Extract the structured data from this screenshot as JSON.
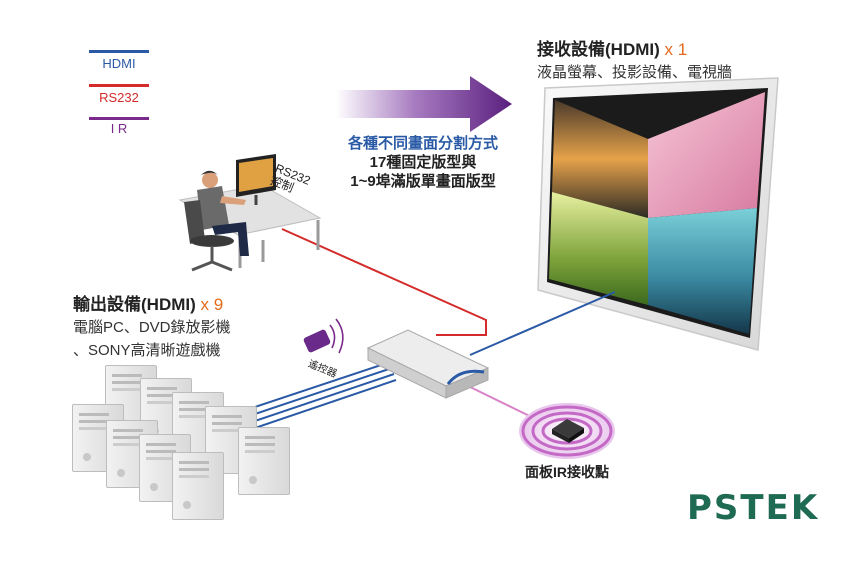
{
  "legend": {
    "hdmi": {
      "label": "HDMI",
      "color": "#2a5aa6"
    },
    "rs232": {
      "label": "RS232",
      "color": "#d42b2b"
    },
    "ir": {
      "label": "I R",
      "color": "#7a2a8a"
    }
  },
  "receiver": {
    "title": "接收設備(HDMI)",
    "multiplier": "x 1",
    "subtitle": "液晶螢幕、投影設備、電視牆"
  },
  "split": {
    "line1": "各種不同畫面分割方式",
    "line2": "17種固定版型與",
    "line3": "1~9埠滿版單畫面版型"
  },
  "rs232_label": {
    "line1": "RS232",
    "line2": "控制"
  },
  "source": {
    "title": "輸出設備(HDMI)",
    "multiplier": "x 9",
    "line1": "電腦PC、DVD錄放影機",
    "line2": "、SONY高清晰遊戲機"
  },
  "remote_label": "遙控器",
  "ir_receiver_label": "面板IR接收點",
  "logo": "PSTEK",
  "colors": {
    "orange": "#e36a1c",
    "logo_green": "#1e6a52",
    "arrow_purple": "#6a2a8a"
  }
}
